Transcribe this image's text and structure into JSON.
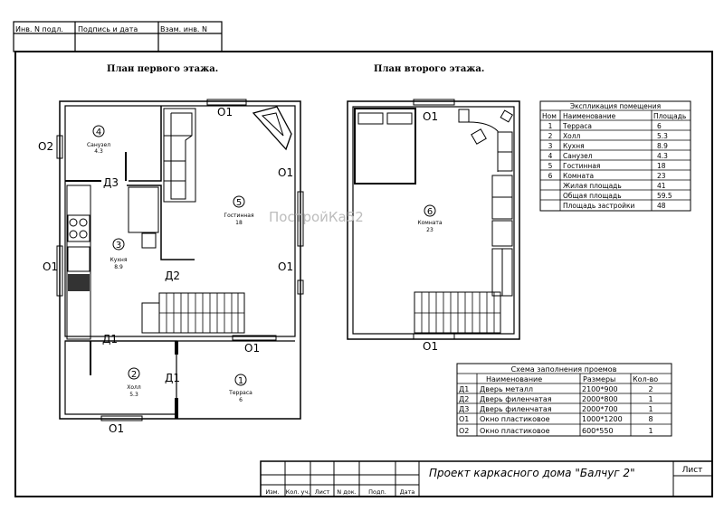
{
  "stamp": {
    "headers": [
      "Инв. N подл.",
      "Подпись и дата",
      "Взам. инв. N"
    ]
  },
  "plans": {
    "first_floor_title": "План первого этажа.",
    "second_floor_title": "План второго этажа."
  },
  "watermark": "ПостройКа52",
  "first_floor": {
    "rooms": [
      {
        "num": "4",
        "name": "Санузел",
        "area": "4.3"
      },
      {
        "num": "5",
        "name": "Гостинная",
        "area": "18"
      },
      {
        "num": "3",
        "name": "Кухня",
        "area": "8.9"
      },
      {
        "num": "2",
        "name": "Холл",
        "area": "5.3"
      },
      {
        "num": "1",
        "name": "Терраса",
        "area": "6"
      }
    ],
    "openings": [
      "О1",
      "О2",
      "Д3",
      "О1",
      "О1",
      "Д2",
      "О1",
      "Д1",
      "О1",
      "Д1",
      "О1"
    ]
  },
  "second_floor": {
    "rooms": [
      {
        "num": "6",
        "name": "Комната",
        "area": "23"
      }
    ],
    "openings": [
      "О1",
      "О1"
    ]
  },
  "explication": {
    "title": "Экспликация помещения",
    "headers": [
      "Ном",
      "Наименование",
      "Площадь"
    ],
    "rows": [
      [
        "1",
        "Терраса",
        "6"
      ],
      [
        "2",
        "Холл",
        "5.3"
      ],
      [
        "3",
        "Кухня",
        "8.9"
      ],
      [
        "4",
        "Санузел",
        "4.3"
      ],
      [
        "5",
        "Гостинная",
        "18"
      ],
      [
        "6",
        "Комната",
        "23"
      ],
      [
        "",
        "Жилая площадь",
        "41"
      ],
      [
        "",
        "Общая площадь",
        "59.5"
      ],
      [
        "",
        "Площадь застройки",
        "48"
      ]
    ]
  },
  "openings_schedule": {
    "title": "Схема заполнения проемов",
    "headers": [
      "",
      "Наименование",
      "Размеры",
      "Кол-во"
    ],
    "rows": [
      [
        "Д1",
        "Дверь металл",
        "2100*900",
        "2"
      ],
      [
        "Д2",
        "Дверь филенчатая",
        "2000*800",
        "1"
      ],
      [
        "Д3",
        "Дверь филенчатая",
        "2000*700",
        "1"
      ],
      [
        "О1",
        "Окно пластиковое",
        "1000*1200",
        "8"
      ],
      [
        "О2",
        "Окно пластиковое",
        "600*550",
        "1"
      ]
    ]
  },
  "title_block": {
    "project": "Проект каркасного дома \"Балчуг 2\"",
    "sheet_label": "Лист",
    "columns": [
      "Изм.",
      "Кол. уч.",
      "Лист",
      "N док.",
      "Подп.",
      "Дата"
    ]
  }
}
